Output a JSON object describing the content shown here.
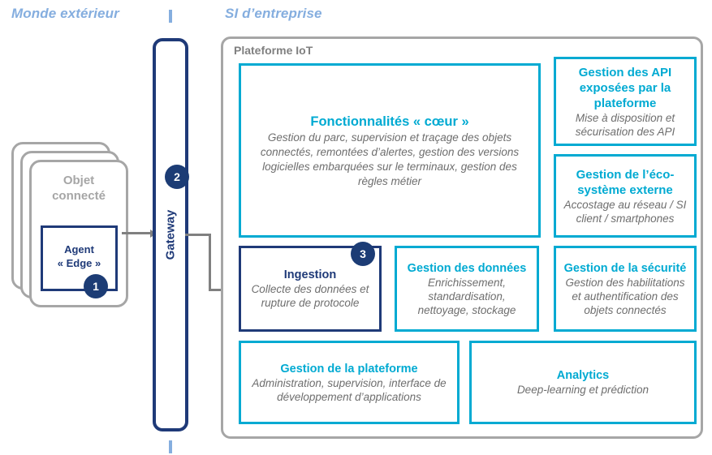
{
  "headers": {
    "left": "Monde extérieur",
    "right": "SI d’entreprise"
  },
  "colors": {
    "header_blue": "#85AEDF",
    "teal": "#00AAD2",
    "navy": "#1F3A78",
    "badge_navy": "#1C3C75",
    "gray_border": "#A6A6A6",
    "gray_text": "#808080",
    "desc_gray": "#6E6E6E"
  },
  "external": {
    "device_label": "Objet\nconnecté",
    "device_label_line1": "Objet",
    "device_label_line2": "connecté",
    "agent_line1": "Agent",
    "agent_line2": "« Edge »",
    "badge": "1",
    "stack_count": 3
  },
  "gateway": {
    "label": "Gateway",
    "badge": "2"
  },
  "platform": {
    "label": "Plateforme IoT",
    "boxes": [
      {
        "id": "core",
        "title": "Fonctionnalités « cœur »",
        "desc": "Gestion du parc, supervision et traçage des objets connectés, remontées d’alertes, gestion des versions logicielles embarquées sur le terminaux, gestion des règles métier",
        "style": "teal"
      },
      {
        "id": "api",
        "title": "Gestion des API exposées par la plateforme",
        "desc": "Mise à disposition et sécurisation des API",
        "style": "teal"
      },
      {
        "id": "eco",
        "title": "Gestion de l’éco-système externe",
        "desc": "Accostage au réseau / SI client / smartphones",
        "style": "teal"
      },
      {
        "id": "ingestion",
        "title": "Ingestion",
        "desc": "Collecte des données et rupture de protocole",
        "style": "navy",
        "badge": "3"
      },
      {
        "id": "donnees",
        "title": "Gestion des données",
        "desc": "Enrichissement, standardisation, nettoyage, stockage",
        "style": "teal"
      },
      {
        "id": "securite",
        "title": "Gestion de la sécurité",
        "desc": "Gestion des habilitations et authentification des objets connectés",
        "style": "teal"
      },
      {
        "id": "plateforme",
        "title": "Gestion de la plateforme",
        "desc": "Administration, supervision, interface de développement d’applications",
        "style": "teal"
      },
      {
        "id": "analytics",
        "title": "Analytics",
        "desc": "Deep-learning et prédiction",
        "style": "teal"
      }
    ]
  }
}
